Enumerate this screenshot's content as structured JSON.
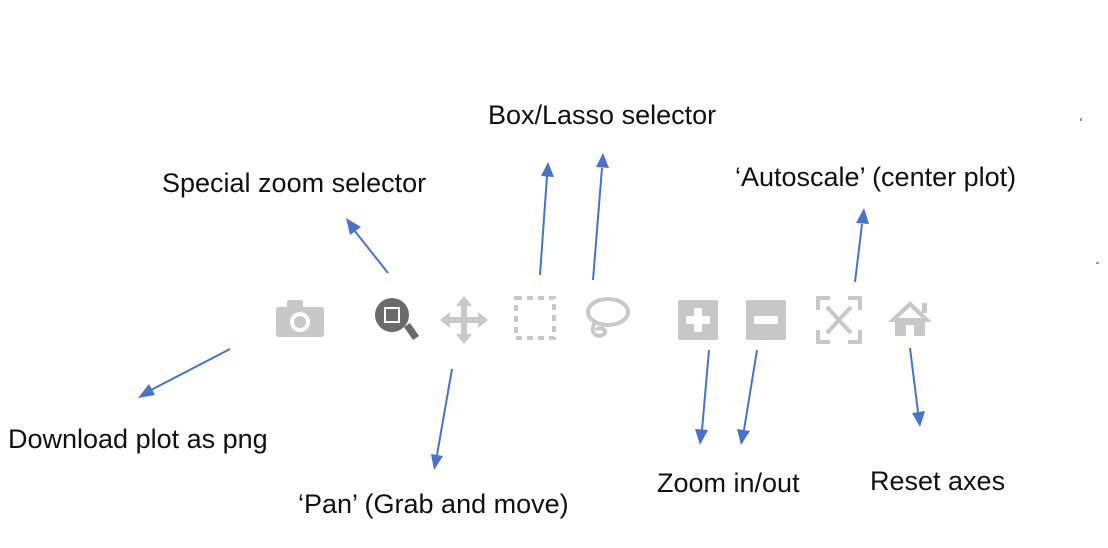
{
  "colors": {
    "icon_inactive": "#c8c8c8",
    "icon_active": "#6a6a6a",
    "arrow": "#4a72c8",
    "text": "#111111"
  },
  "toolbar": {
    "icons": [
      {
        "name": "camera-icon",
        "role": "download-plot-as-png",
        "active": false
      },
      {
        "name": "zoom-icon",
        "role": "special-zoom-selector",
        "active": true
      },
      {
        "name": "pan-icon",
        "role": "pan",
        "active": false
      },
      {
        "name": "box-select-icon",
        "role": "box-selector",
        "active": false
      },
      {
        "name": "lasso-icon",
        "role": "lasso-selector",
        "active": false
      },
      {
        "name": "zoom-in-icon",
        "role": "zoom-in",
        "active": false
      },
      {
        "name": "zoom-out-icon",
        "role": "zoom-out",
        "active": false
      },
      {
        "name": "autoscale-icon",
        "role": "autoscale",
        "active": false
      },
      {
        "name": "home-icon",
        "role": "reset-axes",
        "active": false
      }
    ]
  },
  "labels": {
    "box_lasso": "Box/Lasso selector",
    "special_zoom": "Special zoom selector",
    "autoscale": "‘Autoscale’ (center plot)",
    "download": "Download plot as png",
    "pan": "‘Pan’ (Grab and move)",
    "zoom_in_out": "Zoom in/out",
    "reset_axes": "Reset axes"
  }
}
